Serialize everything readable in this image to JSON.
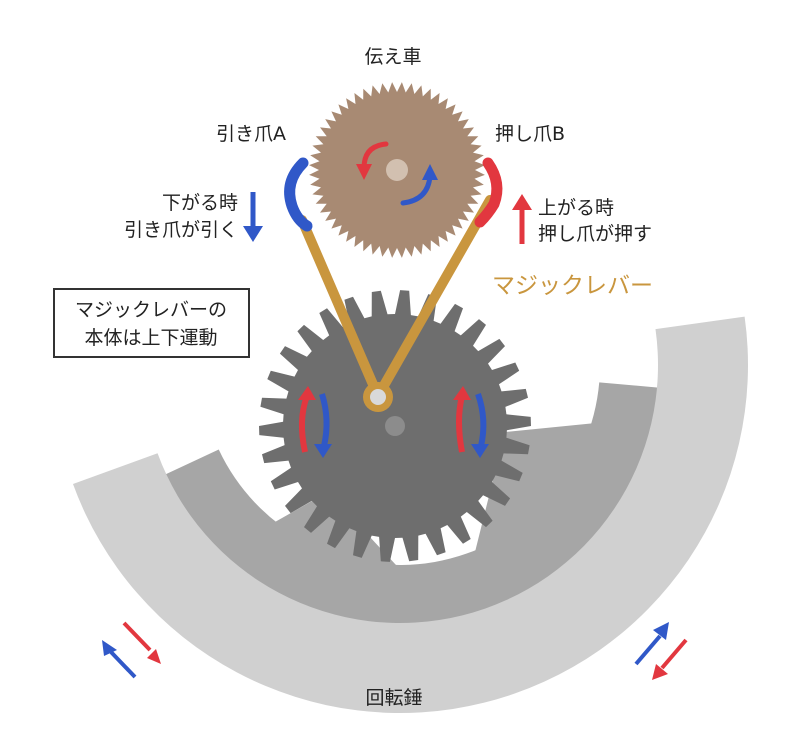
{
  "labels": {
    "transmission_wheel": "伝え車",
    "pawl_a": "引き爪A",
    "pawl_b": "押し爪B",
    "down_line1": "下がる時",
    "down_line2": "引き爪が引く",
    "up_line1": "上がる時",
    "up_line2": "押し爪が押す",
    "magic_lever": "マジックレバー",
    "box_line1": "マジックレバーの",
    "box_line2": "本体は上下運動",
    "rotor": "回転錘"
  },
  "colors": {
    "red": "#e2373f",
    "blue": "#3058c8",
    "lever": "#c9963e",
    "small_wheel": "#a88a73",
    "big_gear": "#6e6e6e",
    "rotor_light": "#d0d0d0",
    "rotor_dark": "#a6a6a6",
    "text": "#222222"
  }
}
